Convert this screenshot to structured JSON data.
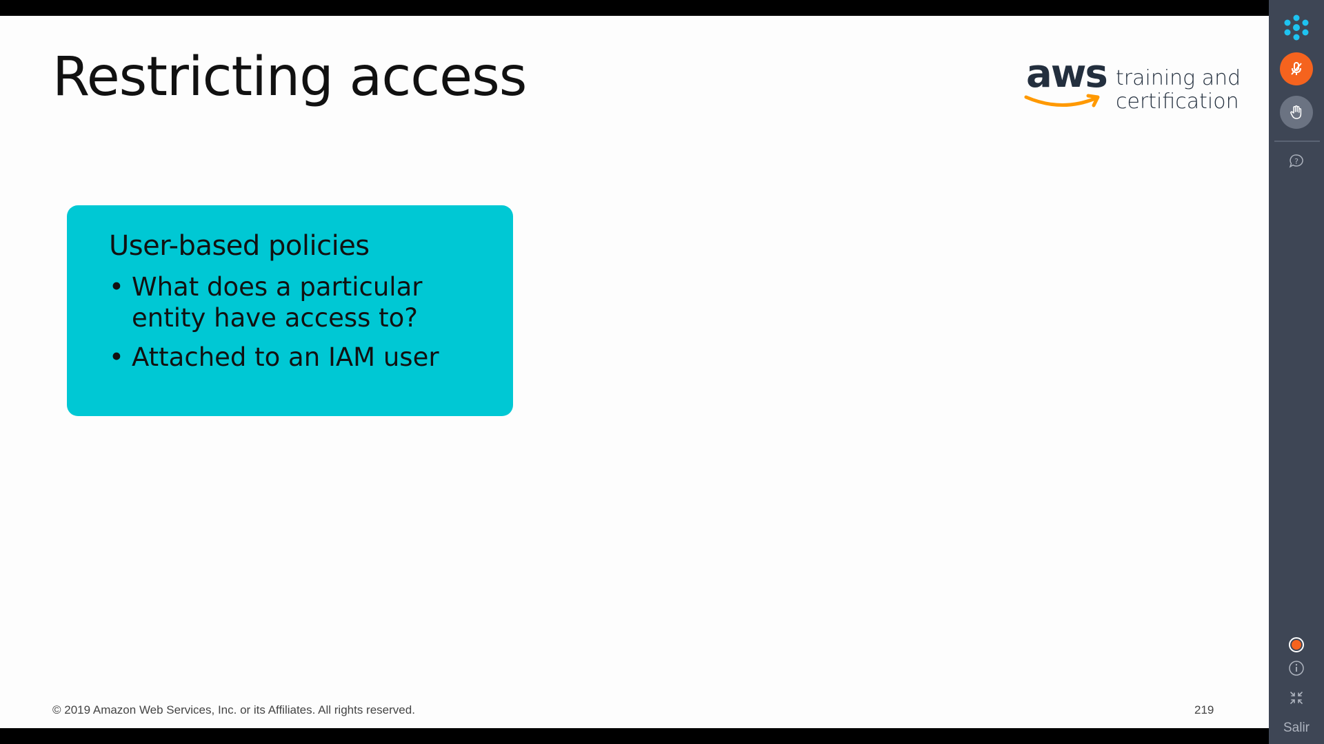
{
  "slide": {
    "title": "Restricting access",
    "logo": {
      "word": "aws",
      "tagline_line1": "training and",
      "tagline_line2": "certification",
      "smile_color": "#ff9900"
    },
    "card": {
      "heading": "User-based policies",
      "bullets": [
        "What does a particular entity have access to?",
        "Attached to an IAM user"
      ],
      "color": "#00c8d4"
    },
    "footer": {
      "copyright": "© 2019 Amazon Web Services, Inc. or its Affiliates. All rights reserved.",
      "page_number": "219"
    }
  },
  "side_panel": {
    "icons": [
      "app-logo-icon",
      "microphone-icon",
      "raise-hand-icon",
      "question-icon",
      "record-icon",
      "info-icon",
      "collapse-icon"
    ],
    "exit_label": "Salir",
    "accent_color": "#f5631e",
    "logo_color": "#1ec3f0"
  }
}
